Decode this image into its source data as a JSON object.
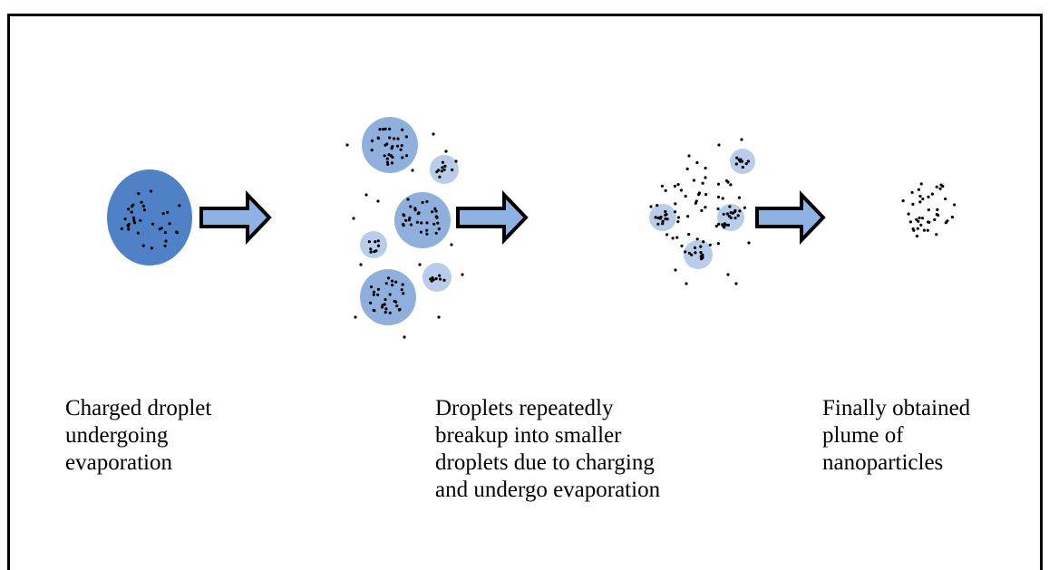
{
  "captions": {
    "stage1": "Charged droplet\nundergoing\nevaporation",
    "stage2": "Droplets repeatedly\nbreakup into smaller\ndroplets due to charging\nand undergo evaporation",
    "stage3": "Finally obtained\nplume of\nnanoparticles"
  },
  "colors": {
    "main_droplet": "#4f81c7",
    "medium_droplet": "#8fb0dd",
    "small_droplet": "#b7cde9",
    "arrow_fill": "#8db3e2",
    "particle": "#000000"
  }
}
